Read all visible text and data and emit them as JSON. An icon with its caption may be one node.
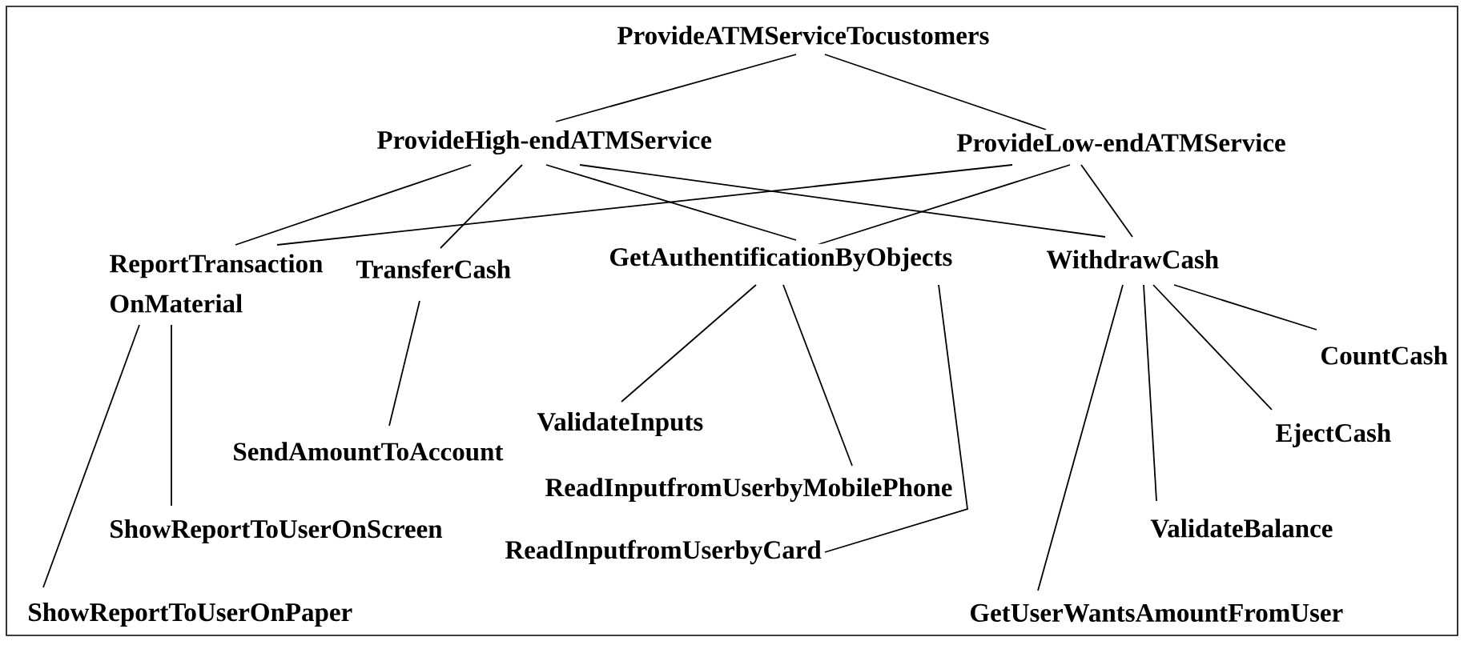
{
  "diagram": {
    "nodes": [
      {
        "text": [
          "ProvideATMServiceTocustomers"
        ]
      },
      {
        "text": [
          "ProvideHigh-endATMService"
        ]
      },
      {
        "text": [
          "ProvideLow-endATMService"
        ]
      },
      {
        "text": [
          "ReportTransaction OnMaterial"
        ]
      },
      {
        "text": [
          "TransferCash"
        ]
      },
      {
        "text": [
          "GetAuthentificationByObjects"
        ]
      },
      {
        "text": [
          "WithdrawCash"
        ]
      },
      {
        "text": [
          "SendAmountToAccount"
        ]
      },
      {
        "text": [
          "ValidateInputs"
        ]
      },
      {
        "text": [
          "ReadInputfromUserbyMobilePhone"
        ]
      },
      {
        "text": [
          "ReadInputfromUserbyCard"
        ]
      },
      {
        "text": [
          "CountCash"
        ]
      },
      {
        "text": [
          "EjectCash"
        ]
      },
      {
        "text": [
          "ValidateBalance"
        ]
      },
      {
        "text": [
          "ShowReportToUserOnScreen"
        ]
      },
      {
        "text": [
          "ShowReportToUserOnPaper"
        ]
      },
      {
        "text": [
          "GetUserWantsAmountFromUser"
        ]
      }
    ],
    "edges": [
      {
        "from": 0,
        "to": 1,
        "arrow": "none"
      },
      {
        "from": 0,
        "to": 2,
        "arrow": "none"
      },
      {
        "from": 1,
        "to": 3,
        "arrow": "none"
      },
      {
        "from": 1,
        "to": 4,
        "arrow": "none"
      },
      {
        "from": 1,
        "to": 5,
        "arrow": "none"
      },
      {
        "from": 1,
        "to": 6,
        "arrow": "none"
      },
      {
        "from": 2,
        "to": 3,
        "arrow": "none"
      },
      {
        "from": 2,
        "to": 5,
        "arrow": "none"
      },
      {
        "from": 2,
        "to": 6,
        "arrow": "none"
      },
      {
        "from": 3,
        "to": 14,
        "arrow": "none"
      },
      {
        "from": 3,
        "to": 15,
        "arrow": "none"
      },
      {
        "from": 4,
        "to": 7,
        "arrow": "none"
      },
      {
        "from": 5,
        "to": 8,
        "arrow": "none"
      },
      {
        "from": 5,
        "to": 10,
        "arrow": "none"
      },
      {
        "from": 5,
        "to": 9,
        "arrow": "none"
      },
      {
        "from": 6,
        "to": 16,
        "arrow": "none"
      },
      {
        "from": 6,
        "to": 13,
        "arrow": "none"
      },
      {
        "from": 6,
        "to": 12,
        "arrow": "none"
      },
      {
        "from": 6,
        "to": 11,
        "arrow": "none"
      }
    ]
  }
}
